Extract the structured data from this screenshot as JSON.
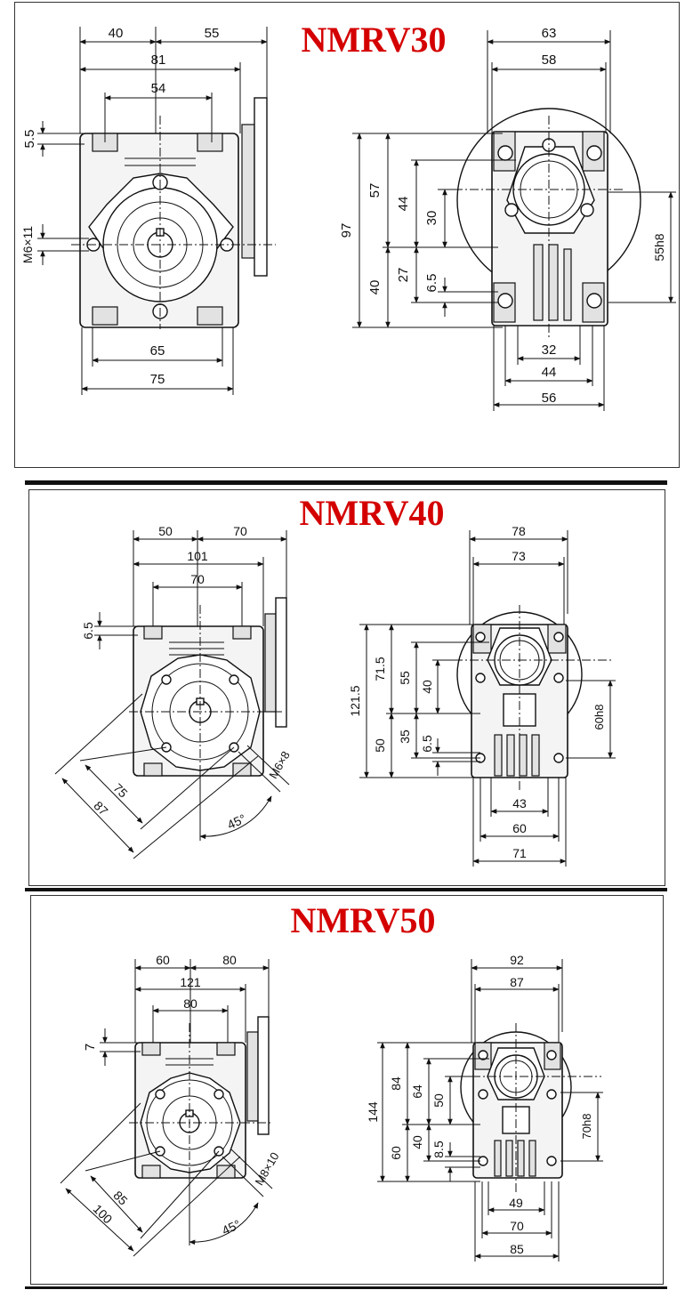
{
  "sections": [
    {
      "title": "NMRV30",
      "front": {
        "top_left": "40",
        "top_right": "55",
        "overall_width": "81",
        "bolt_spacing": "54",
        "flange_thickness": "5.5",
        "thread": "M6×11",
        "base_inner": "65",
        "base_outer": "75"
      },
      "side": {
        "top_outer": "63",
        "top_inner": "58",
        "total_height": "97",
        "upper_height": "57",
        "upper_inner": "44",
        "bore_height": "30",
        "lower_height": "40",
        "lower_inner": "27",
        "foot_thickness": "6.5",
        "bore_diameter": "55h8",
        "base_a": "32",
        "base_b": "44",
        "base_c": "56"
      }
    },
    {
      "title": "NMRV40",
      "front": {
        "top_left": "50",
        "top_right": "70",
        "overall_width": "101",
        "bolt_spacing": "70",
        "flange_thickness": "6.5",
        "diag_inner": "75",
        "diag_outer": "87",
        "angle": "45°",
        "thread": "M6×8"
      },
      "side": {
        "top_outer": "78",
        "top_inner": "73",
        "total_height": "121.5",
        "upper_height": "71.5",
        "upper_inner": "55",
        "bore_height": "40",
        "lower_height": "50",
        "lower_inner": "35",
        "foot_thickness": "6.5",
        "bore_diameter": "60h8",
        "base_a": "43",
        "base_b": "60",
        "base_c": "71"
      }
    },
    {
      "title": "NMRV50",
      "front": {
        "top_left": "60",
        "top_right": "80",
        "overall_width": "121",
        "bolt_spacing": "80",
        "flange_thickness": "7",
        "diag_inner": "85",
        "diag_outer": "100",
        "angle": "45°",
        "thread": "M8×10"
      },
      "side": {
        "top_outer": "92",
        "top_inner": "87",
        "total_height": "144",
        "upper_height": "84",
        "upper_inner": "64",
        "bore_height": "50",
        "lower_height": "60",
        "lower_inner": "40",
        "foot_thickness": "8.5",
        "bore_diameter": "70h8",
        "base_a": "49",
        "base_b": "70",
        "base_c": "85"
      }
    }
  ]
}
